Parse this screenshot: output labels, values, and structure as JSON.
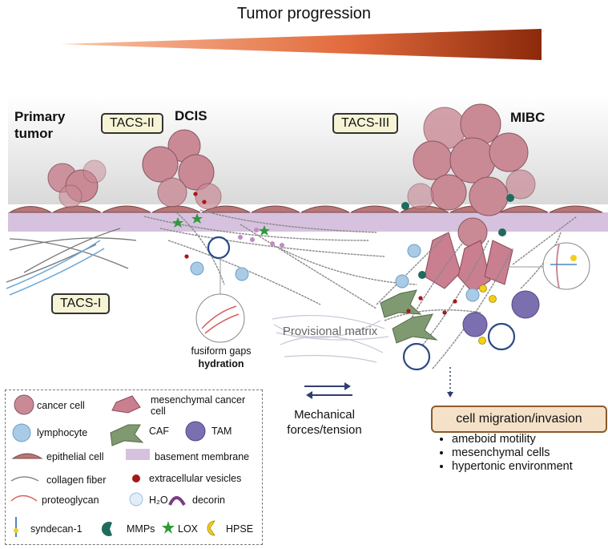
{
  "title": "Tumor progression",
  "stages": {
    "primary": "Primary tumor",
    "dcis": "DCIS",
    "mibc": "MIBC"
  },
  "tacs": {
    "t1": "TACS-I",
    "t2": "TACS-II",
    "t3": "TACS-III"
  },
  "provisional_matrix": "Provisional matrix",
  "mechanical": "Mechanical forces/tension",
  "fusiform": {
    "line1": "fusiform gaps",
    "line2": "hydration"
  },
  "cell_migration": {
    "title": "cell migration/invasion",
    "bullets": [
      "ameboid motility",
      "mesenchymal cells",
      "hypertonic environment"
    ]
  },
  "legend": {
    "cancer_cell": "cancer cell",
    "mesenchymal_cancer_cell": "mesenchymal cancer cell",
    "lymphocyte": "lymphocyte",
    "caf": "CAF",
    "tam": "TAM",
    "epithelial_cell": "epithelial cell",
    "basement_membrane": "basement membrane",
    "collagen_fiber": "collagen fiber",
    "extracellular_vesicles": "extracellular vesicles",
    "proteoglycan": "proteoglycan",
    "h2o": "H₂O",
    "decorin": "decorin",
    "syndecan": "syndecan-1",
    "mmps": "MMPs",
    "lox": "LOX",
    "hpse": "HPSE"
  },
  "colors": {
    "gradient_start": "#f9c4a6",
    "gradient_end": "#8b2a0b",
    "cancer_cell": "#c98a96",
    "basement_membrane": "#d6c2de",
    "epithelial_cell": "#b87676",
    "lymphocyte": "#a9cbe6",
    "caf": "#7f9a70",
    "tam": "#7c6fb0",
    "vesicle": "#a81818",
    "mmp": "#1f6b5e",
    "lox": "#2f9a3a",
    "hpse": "#f2cf1a",
    "decorin": "#7b3a86"
  }
}
